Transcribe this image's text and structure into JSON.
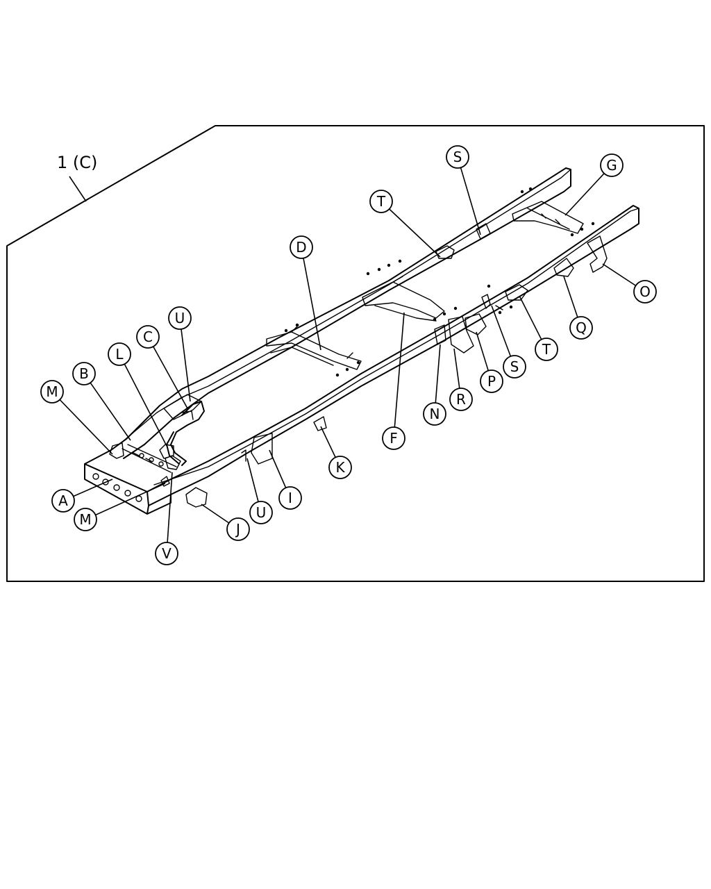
{
  "diagram": {
    "assembly_label": "1 (C)",
    "callouts": [
      "A",
      "B",
      "C",
      "D",
      "F",
      "G",
      "I",
      "J",
      "K",
      "L",
      "M",
      "M",
      "N",
      "O",
      "P",
      "Q",
      "R",
      "S",
      "S",
      "T",
      "T",
      "U",
      "U",
      "V"
    ]
  },
  "colors": {
    "line": "#000000",
    "background": "#ffffff"
  }
}
